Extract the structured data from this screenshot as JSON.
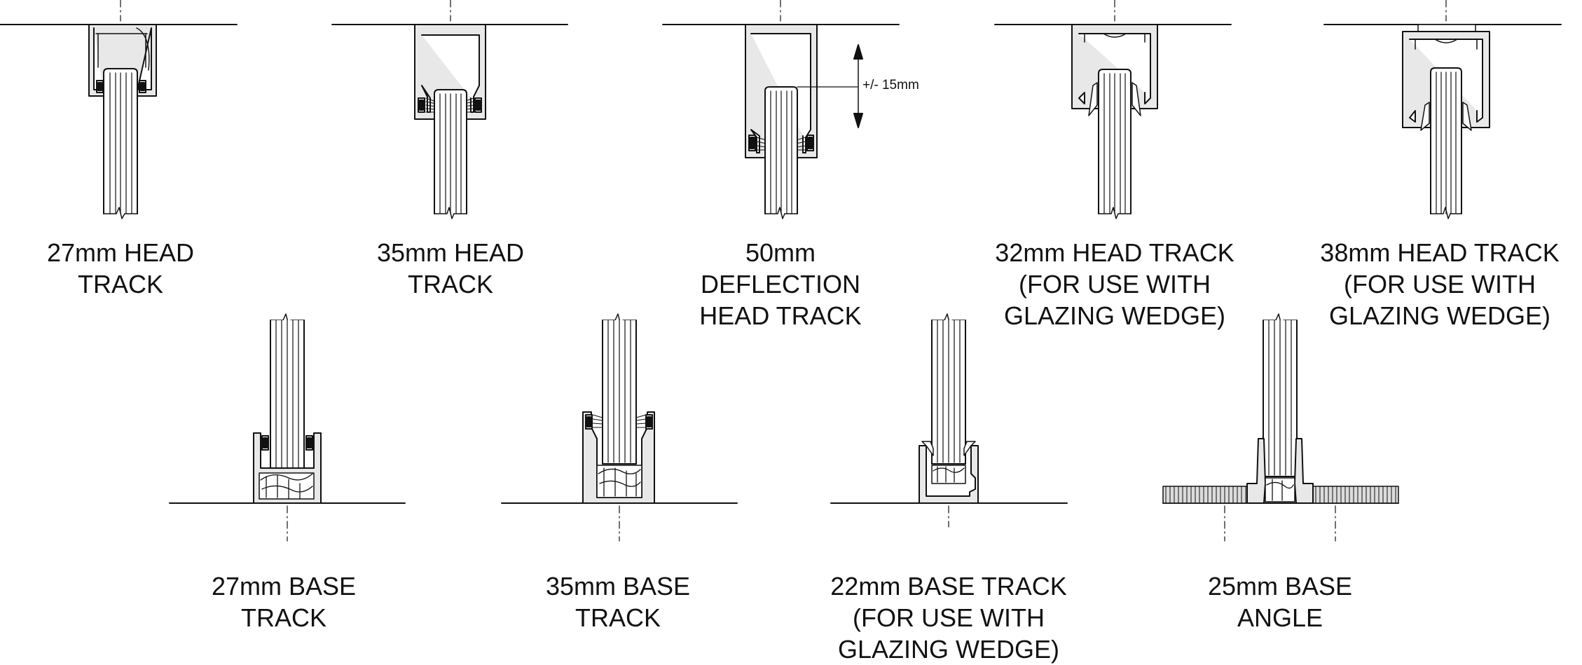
{
  "colors": {
    "line": "#111111",
    "profile_fill": "#e8e8e8",
    "wedge_fill": "#ffffff",
    "pile_fill": "#dcdcdc"
  },
  "details": [
    {
      "id": "27mm-head-track",
      "caption": [
        "27mm HEAD",
        "TRACK"
      ]
    },
    {
      "id": "35mm-head-track",
      "caption": [
        "35mm HEAD",
        "TRACK"
      ]
    },
    {
      "id": "50mm-deflection-head-track",
      "caption": [
        "50mm",
        "DEFLECTION",
        "HEAD TRACK"
      ],
      "annotation": "+/- 15mm"
    },
    {
      "id": "32mm-head-track",
      "caption": [
        "32mm HEAD TRACK",
        "(FOR USE WITH",
        "GLAZING WEDGE)"
      ]
    },
    {
      "id": "38mm-head-track",
      "caption": [
        "38mm HEAD TRACK",
        "(FOR USE WITH",
        "GLAZING WEDGE)"
      ]
    },
    {
      "id": "27mm-base-track",
      "caption": [
        "27mm BASE",
        "TRACK"
      ]
    },
    {
      "id": "35mm-base-track",
      "caption": [
        "35mm BASE",
        "TRACK"
      ]
    },
    {
      "id": "22mm-base-track",
      "caption": [
        "22mm BASE TRACK",
        "(FOR USE WITH",
        "GLAZING WEDGE)"
      ]
    },
    {
      "id": "25mm-base-angle",
      "caption": [
        "25mm BASE",
        "ANGLE"
      ]
    }
  ]
}
